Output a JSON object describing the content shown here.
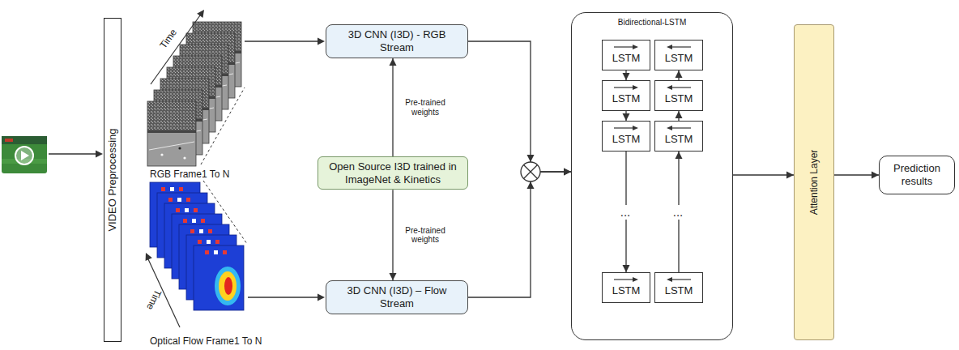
{
  "diagram": {
    "nodes": [
      {
        "text": [
          "VIDEO Preprocessing"
        ]
      },
      {
        "text": [
          "3D CNN (I3D) - RGB Stream"
        ]
      },
      {
        "text": [
          "Open Source I3D trained in ImageNet & Kinetics"
        ]
      },
      {
        "text": [
          "3D CNN (I3D) – Flow Stream"
        ]
      },
      {
        "text": [
          "Bidirectional-LSTM"
        ]
      },
      {
        "text": [
          "LSTM"
        ],
        "in": 4
      },
      {
        "text": [
          "LSTM"
        ],
        "in": 4
      },
      {
        "text": [
          "LSTM"
        ],
        "in": 4
      },
      {
        "text": [
          "LSTM"
        ],
        "in": 4
      },
      {
        "text": [
          "LSTM"
        ],
        "in": 4
      },
      {
        "text": [
          "LSTM"
        ],
        "in": 4
      },
      {
        "text": [
          "LSTM"
        ],
        "in": 4
      },
      {
        "text": [
          "LSTM"
        ],
        "in": 4
      },
      {
        "text": [
          "Attention Layer"
        ]
      },
      {
        "text": [
          "Prediction results"
        ]
      }
    ],
    "edges": [
      {
        "from": 2,
        "to": 1,
        "label": "Pre-trained weights",
        "arrow": "to"
      },
      {
        "from": 2,
        "to": 3,
        "label": "Pre-trained weights",
        "arrow": "to"
      },
      {
        "from": 1,
        "to": 4,
        "arrow": "to"
      },
      {
        "from": 3,
        "to": 4,
        "arrow": "to"
      },
      {
        "from": 5,
        "to": 7,
        "arrow": "to"
      },
      {
        "from": 7,
        "to": 9,
        "arrow": "to"
      },
      {
        "from": 9,
        "to": 11,
        "arrow": "to"
      },
      {
        "from": 8,
        "to": 6,
        "arrow": "to"
      },
      {
        "from": 10,
        "to": 8,
        "arrow": "to"
      },
      {
        "from": 12,
        "to": 10,
        "arrow": "to"
      },
      {
        "from": 4,
        "to": 13,
        "arrow": "to"
      },
      {
        "from": 13,
        "to": 14,
        "arrow": "to"
      }
    ],
    "labels": [
      "RGB Frame1 To N",
      "Time",
      "Optical Flow Frame1 To N",
      "Time",
      "...",
      "..."
    ]
  }
}
